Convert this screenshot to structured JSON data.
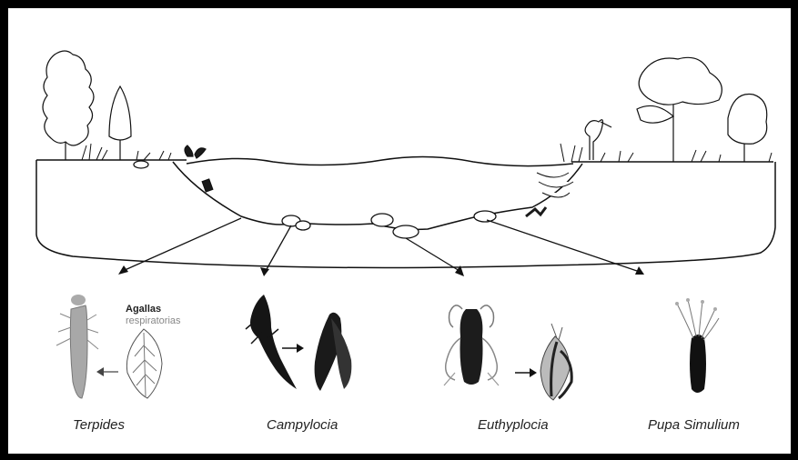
{
  "labels": {
    "gills_title": "Agallas",
    "gills_subtitle": "respiratorias",
    "org1": "Terpides",
    "org2": "Campylocia",
    "org3": "Euthyplocia",
    "org4": "Pupa Simulium"
  },
  "icons": [
    "tree-icon",
    "bird-icon",
    "grass-icon",
    "stone-icon",
    "larva-icon",
    "gill-icon",
    "pupa-icon"
  ],
  "colors": {
    "line": "#111111",
    "fill_dark": "#1a1a1a",
    "fill_gray": "#9a9a9a",
    "border": "#000000"
  }
}
